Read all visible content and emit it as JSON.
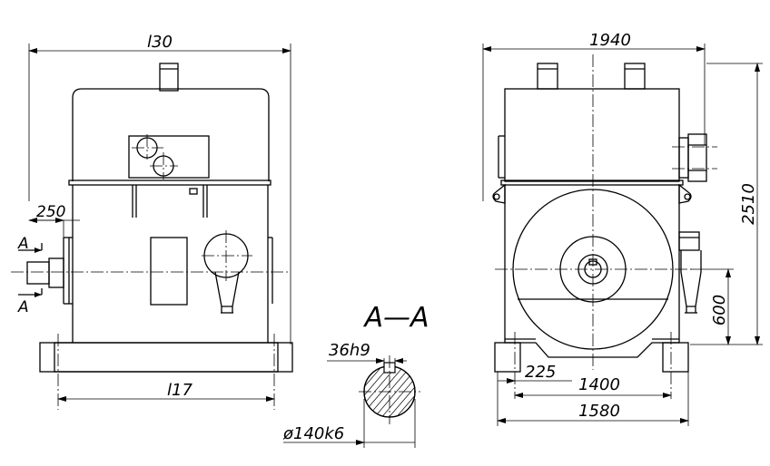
{
  "drawing": {
    "left_view": {
      "dim_top": "l30",
      "dim_offset": "250",
      "section_mark": "A",
      "dim_bottom": "l17"
    },
    "section": {
      "title": "A—A",
      "key_width": "36h9",
      "diameter": "ø140k6"
    },
    "right_view": {
      "dim_width": "1940",
      "dim_height": "2510",
      "dim_axis_height": "600",
      "dim_offset": "225",
      "dim_foot_span": "1400",
      "dim_base": "1580"
    }
  }
}
